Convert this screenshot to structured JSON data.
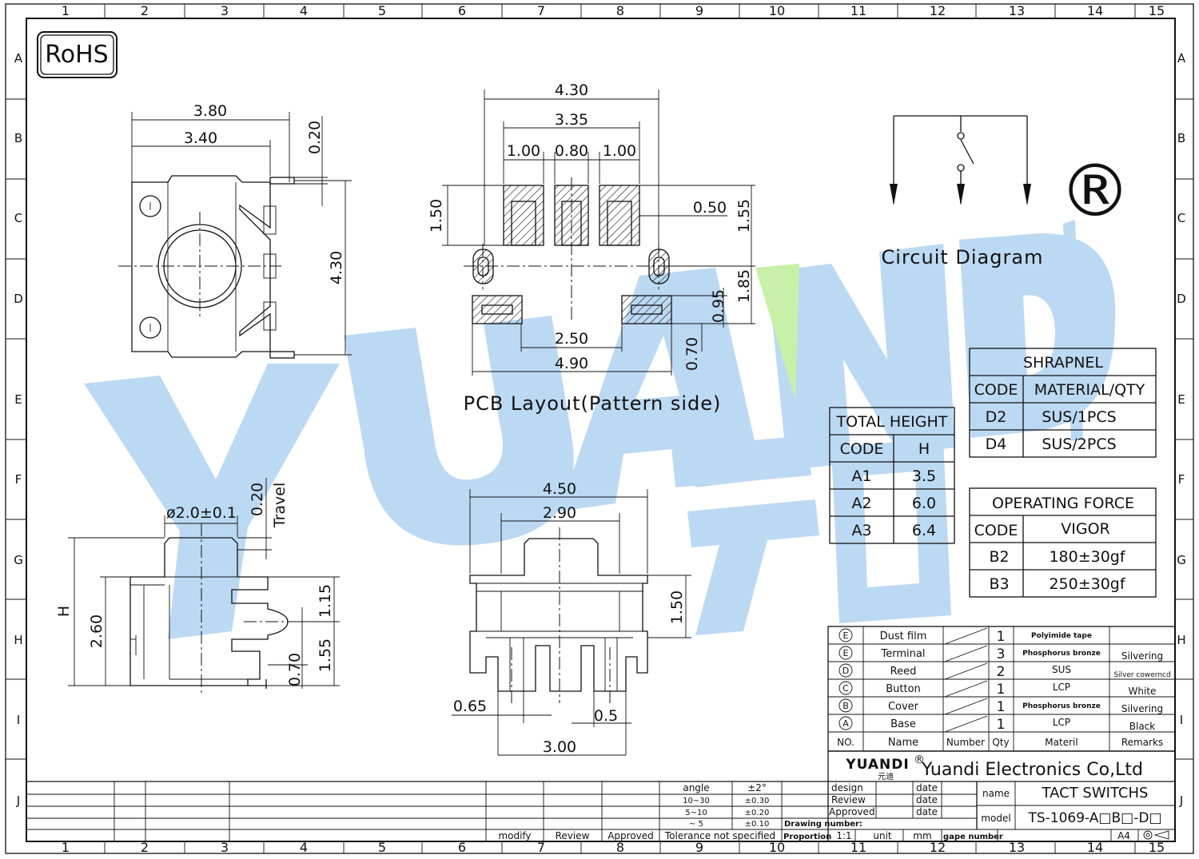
{
  "colors": {
    "line": "#111111",
    "watermark": "#bcd9f3",
    "watermark_accent": "#c8f0a8",
    "background": "#ffffff"
  },
  "grid": {
    "columns": [
      "1",
      "2",
      "3",
      "4",
      "5",
      "6",
      "7",
      "8",
      "9",
      "10",
      "11",
      "12",
      "13",
      "14",
      "15"
    ],
    "rows": [
      "A",
      "B",
      "C",
      "D",
      "E",
      "F",
      "G",
      "H",
      "I",
      "J"
    ]
  },
  "badge": {
    "rohs": "RoHS"
  },
  "watermark": {
    "brand": "YUANDI",
    "registered": "®",
    "chinese": "元迪"
  },
  "top_view": {
    "d380": "3.80",
    "d340": "3.40",
    "d020": "0.20",
    "d430": "4.30"
  },
  "pcb": {
    "title": "PCB Layout(Pattern side)",
    "d430": "4.30",
    "d335": "3.35",
    "d100a": "1.00",
    "d080": "0.80",
    "d100b": "1.00",
    "d150": "1.50",
    "d050": "0.50",
    "d155": "1.55",
    "d185": "1.85",
    "d095": "0.95",
    "d250": "2.50",
    "d490": "4.90",
    "d070": "0.70"
  },
  "circuit": {
    "title": "Circuit Diagram"
  },
  "side_view": {
    "dia": "ø2.0±0.1",
    "d020": "0.20",
    "travel": "Travel",
    "h": "H",
    "d260": "2.60",
    "d115": "1.15",
    "d155": "1.55",
    "d070": "0.70"
  },
  "front_view": {
    "d450": "4.50",
    "d290": "2.90",
    "d150": "1.50",
    "d065": "0.65",
    "d05": "0.5",
    "d300": "3.00"
  },
  "total_height": {
    "title": "TOTAL HEIGHT",
    "headers": [
      "CODE",
      "H"
    ],
    "rows": [
      [
        "A1",
        "3.5"
      ],
      [
        "A2",
        "6.0"
      ],
      [
        "A3",
        "6.4"
      ]
    ]
  },
  "shrapnel": {
    "title": "SHRAPNEL",
    "headers": [
      "CODE",
      "MATERIAL/QTY"
    ],
    "rows": [
      [
        "D2",
        "SUS/1PCS"
      ],
      [
        "D4",
        "SUS/2PCS"
      ]
    ]
  },
  "force": {
    "title": "OPERATING FORCE",
    "headers": [
      "CODE",
      "VIGOR"
    ],
    "rows": [
      [
        "B2",
        "180±30gf"
      ],
      [
        "B3",
        "250±30gf"
      ]
    ]
  },
  "bom": {
    "rows": [
      {
        "no": "E",
        "name": "Dust film",
        "qty": "1",
        "material": "Polyimide tape",
        "remarks": ""
      },
      {
        "no": "E",
        "name": "Terminal",
        "qty": "3",
        "material": "Phosphorus bronze",
        "remarks": "Silvering"
      },
      {
        "no": "D",
        "name": "Reed",
        "qty": "2",
        "material": "SUS",
        "remarks": "Silver cowerncd"
      },
      {
        "no": "C",
        "name": "Button",
        "qty": "1",
        "material": "LCP",
        "remarks": "White"
      },
      {
        "no": "B",
        "name": "Cover",
        "qty": "1",
        "material": "Phosphorus bronze",
        "remarks": "Silvering"
      },
      {
        "no": "A",
        "name": "Base",
        "qty": "1",
        "material": "LCP",
        "remarks": "Black"
      }
    ],
    "header": {
      "no": "NO.",
      "name": "Name",
      "number": "Number",
      "qty": "Qty",
      "material": "Materil",
      "remarks": "Remarks"
    }
  },
  "titleblock": {
    "logo": "YUANDI",
    "logo_reg": "®",
    "logo_cn": "元迪",
    "company": "Yuandi Electronics Co,Ltd",
    "design": "design",
    "review": "Review",
    "approved": "Approved",
    "date": "date",
    "name_label": "name",
    "name_value": "TACT  SWITCHS",
    "model_label": "model",
    "model_value": "TS-1069-A□B□-D□",
    "drawing_number": "Drawing number:",
    "proportion": "Proportion",
    "ratio": "1:1",
    "unit": "unit",
    "mm": "mm",
    "gape": "gape number",
    "size": "A4",
    "modify": "modify",
    "review2": "Review",
    "approved2": "Approved",
    "tolerance": "Tolerance  not  specified",
    "tol_rows": [
      [
        "angle",
        "±2°"
      ],
      [
        "10~30",
        "±0.30"
      ],
      [
        "5~10",
        "±0.20"
      ],
      [
        "~ 5",
        "±0.10"
      ]
    ]
  }
}
